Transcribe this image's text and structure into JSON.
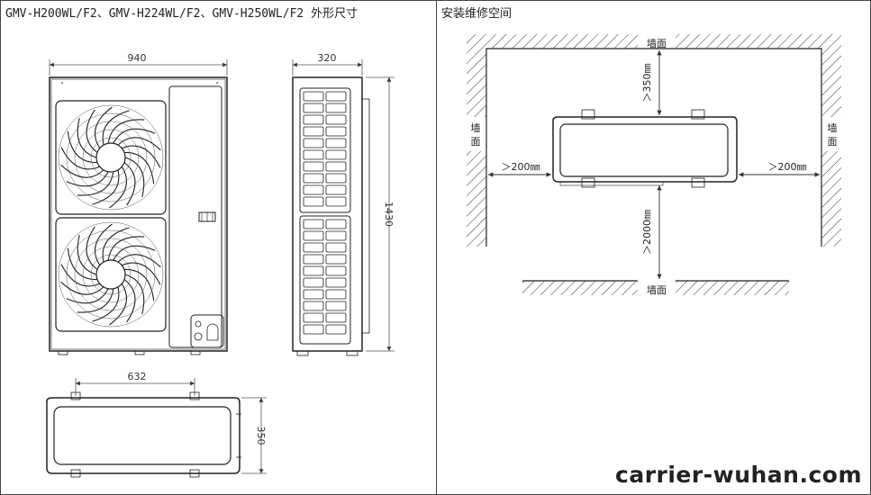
{
  "left_panel": {
    "title": "GMV-H200WL/F2、GMV-H224WL/F2、GMV-H250WL/F2 外形尺寸",
    "dimensions": {
      "front_width": "940",
      "side_depth": "320",
      "height": "1430",
      "top_bolt_spacing": "632",
      "top_depth": "350"
    }
  },
  "right_panel": {
    "title": "安装维修空间",
    "wall_label": "墙面",
    "wall_left": "墙\n面",
    "wall_right": "墙\n面",
    "clearance_left": "＞200㎜",
    "clearance_right": "＞200㎜",
    "clearance_back": "＞350㎜",
    "clearance_front": "＞2000㎜"
  },
  "watermark": "carrier-wuhan.com"
}
